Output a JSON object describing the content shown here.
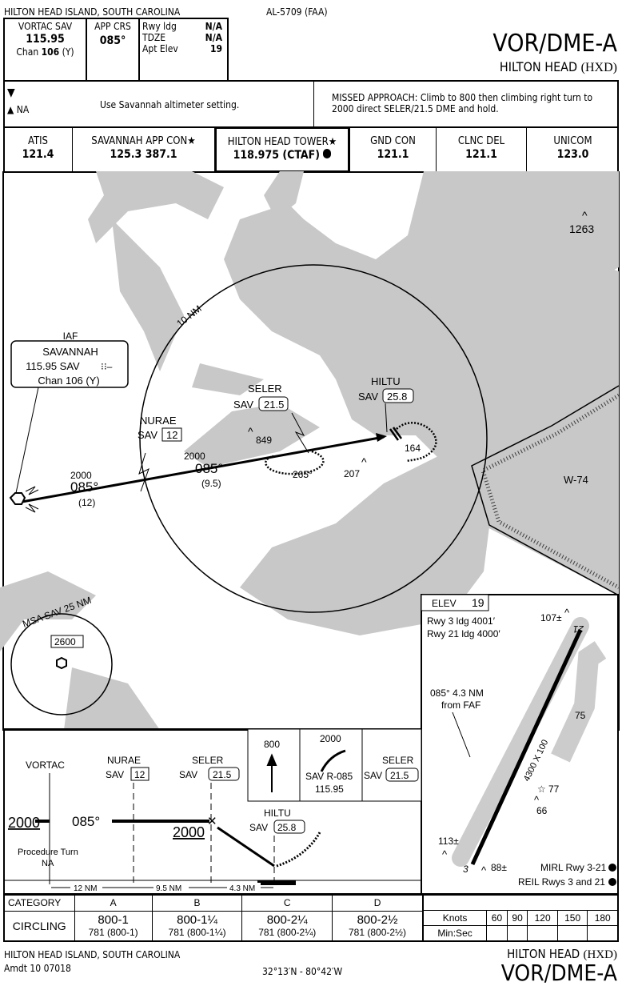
{
  "header": {
    "location": "HILTON HEAD ISLAND, SOUTH CAROLINA",
    "chart_id": "AL-5709 (FAA)",
    "title": "VOR/DME-A",
    "airport": "HILTON HEAD",
    "airport_id": "(HXD)"
  },
  "briefing": {
    "vortac_label": "VORTAC  SAV",
    "vortac_freq": "115.95",
    "chan_label": "Chan",
    "chan_num": "106",
    "chan_suffix": "(Y)",
    "app_crs_label": "APP CRS",
    "app_crs": "085°",
    "rwy_ldg_label": "Rwy ldg",
    "rwy_ldg": "N/A",
    "tdze_label": "TDZE",
    "tdze": "N/A",
    "apt_elev_label": "Apt Elev",
    "apt_elev": "19",
    "alt_na": "NA",
    "altimeter_note": "Use Savannah altimeter setting.",
    "missed_approach": "MISSED APPROACH: Climb to 800 then climbing right turn to 2000 direct SELER/21.5 DME and hold."
  },
  "comms": [
    {
      "label": "ATIS",
      "freq": "121.4"
    },
    {
      "label": "SAVANNAH APP CON★",
      "freq": "125.3  387.1"
    },
    {
      "label": "HILTON HEAD TOWER★",
      "freq": "118.975 (CTAF)"
    },
    {
      "label": "GND CON",
      "freq": "121.1"
    },
    {
      "label": "CLNC DEL",
      "freq": "121.1"
    },
    {
      "label": "UNICOM",
      "freq": "123.0"
    }
  ],
  "plan": {
    "ring": "10 NM",
    "obst1263": "1263",
    "iaf": "IAF",
    "iaf_name": "SAVANNAH",
    "iaf_freq": "115.95  SAV",
    "iaf_chan": "Chan 106 (Y)",
    "alt1": "2000",
    "crs1": "085°",
    "dist1": "(12)",
    "nurae": "NURAE",
    "nurae_sav": "SAV",
    "nurae_dme": "12",
    "alt2": "2000",
    "crs2": "085°",
    "dist2": "(9.5)",
    "seler": "SELER",
    "seler_sav": "SAV",
    "seler_dme": "21.5",
    "obst849": "849",
    "hold_crs": "265°",
    "obst207": "207",
    "hiltu": "HILTU",
    "hiltu_sav": "SAV",
    "hiltu_dme": "25.8",
    "obst164": "164",
    "w74": "W-74",
    "msa": "MSA SAV 25 NM",
    "msa_alt": "2600"
  },
  "airport": {
    "elev_label": "ELEV",
    "elev": "19",
    "rwy3": "Rwy 3 ldg 4001′",
    "rwy21": "Rwy 21 ldg 4000′",
    "faf_note1": "085° 4.3 NM",
    "faf_note2": "from FAF",
    "rwy_dim": "4300 X 100",
    "rwy_end_3": "3",
    "rwy_end_21": "21",
    "o107": "107±",
    "o75": "75",
    "o77": "77",
    "o66": "66",
    "o113": "113±",
    "o88": "88±",
    "mirl": "MIRL Rwy 3-21",
    "reil": "REIL Rwys 3 and 21"
  },
  "profile": {
    "vortac": "VORTAC",
    "nurae": "NURAE",
    "sav": "SAV",
    "nurae_dme": "12",
    "seler": "SELER",
    "seler_dme": "21.5",
    "alt_left": "2000",
    "crs": "085°",
    "alt_seler": "2000",
    "hiltu": "HILTU",
    "hiltu_dme": "25.8",
    "pt1": "Procedure Turn",
    "pt2": "NA",
    "d1": "12 NM",
    "d2": "9.5 NM",
    "d3": "4.3 NM",
    "ma_climb": "800",
    "ma_alt": "2000",
    "ma_radial": "SAV R-085",
    "ma_freq": "115.95",
    "ma_fix": "SELER",
    "ma_sav": "SAV",
    "ma_dme": "21.5"
  },
  "minima": {
    "category_label": "CATEGORY",
    "cats": [
      "A",
      "B",
      "C",
      "D"
    ],
    "circling_label": "CIRCLING",
    "mins": [
      {
        "m": "800-1",
        "h": "781 (800-1)"
      },
      {
        "m": "800-1¼",
        "h": "781 (800-1¼)"
      },
      {
        "m": "800-2¼",
        "h": "781 (800-2¼)"
      },
      {
        "m": "800-2½",
        "h": "781 (800-2½)"
      }
    ]
  },
  "timing": {
    "knots_label": "Knots",
    "minsec_label": "Min:Sec",
    "speeds": [
      "60",
      "90",
      "120",
      "150",
      "180"
    ]
  },
  "footer": {
    "location": "HILTON HEAD ISLAND, SOUTH CAROLINA",
    "amdt": "Amdt 10  07018",
    "coords": "32°13′N - 80°42′W",
    "airport": "HILTON HEAD",
    "airport_id": "(HXD)",
    "title": "VOR/DME-A"
  }
}
